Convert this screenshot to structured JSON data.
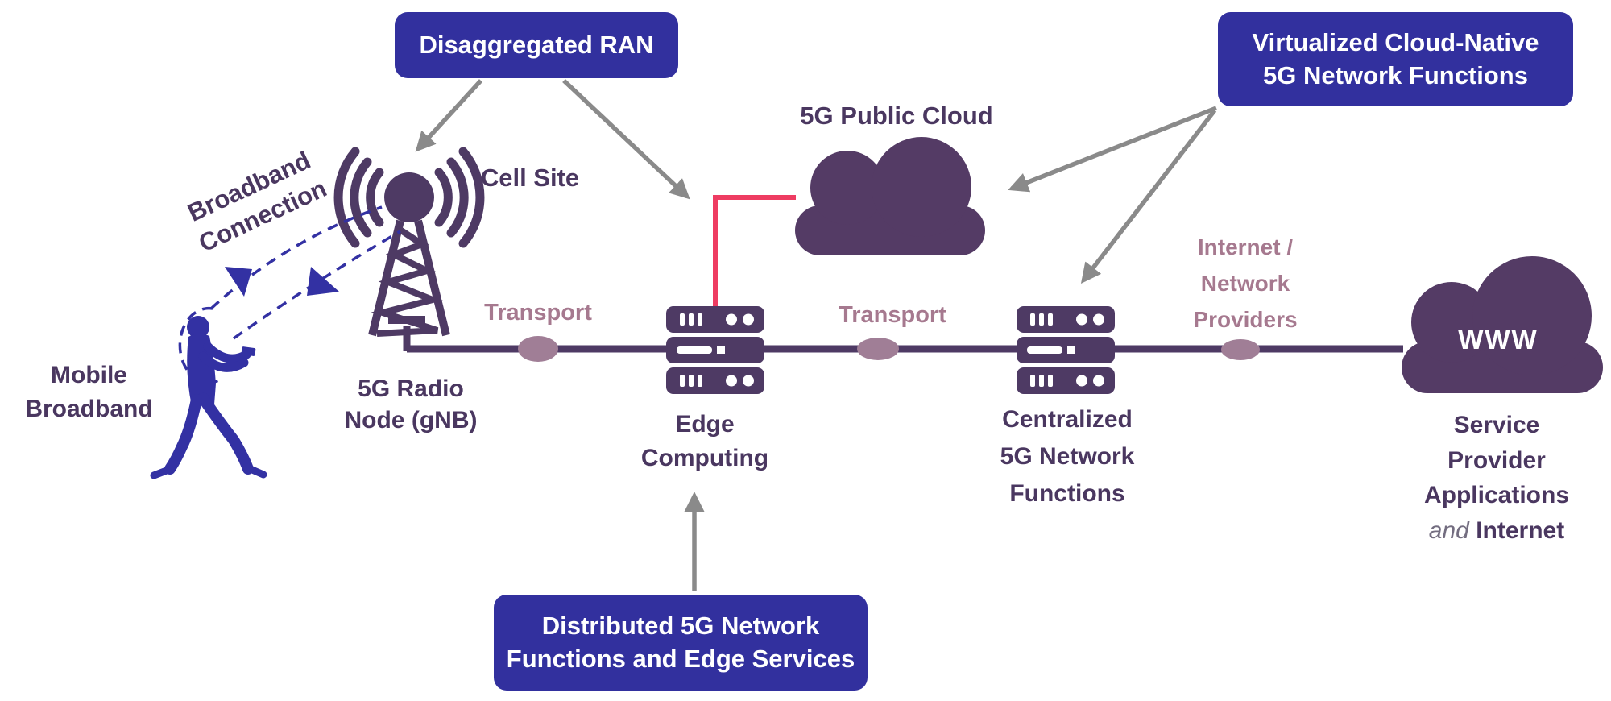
{
  "colors": {
    "badge_blue": "#32309E",
    "purple_dark": "#4E3A64",
    "cloud_purple": "#543B65",
    "text_dark": "#4A3760",
    "mauve_text": "#A6798F",
    "node_mauve": "#A07E96",
    "figure_blue": "#3331A3",
    "link_pink": "#EE3C62",
    "arrow_gray": "#8A8A8A",
    "background": "#FFFFFF"
  },
  "badges": {
    "disaggregated_ran": {
      "label": "Disaggregated RAN"
    },
    "virtualized_cloud_native": {
      "line1": "Virtualized Cloud-Native",
      "line2": "5G Network Functions"
    },
    "distributed_functions": {
      "line1": "Distributed 5G Network",
      "line2": "Functions and Edge Services"
    }
  },
  "nodes": {
    "cell_site": {
      "label": "Cell Site"
    },
    "radio_node": {
      "line1": "5G Radio",
      "line2": "Node (gNB)"
    },
    "public_cloud": {
      "label": "5G Public Cloud"
    },
    "edge_computing": {
      "line1": "Edge",
      "line2": "Computing"
    },
    "centralized_functions": {
      "line1": "Centralized",
      "line2": "5G Network",
      "line3": "Functions"
    },
    "www_cloud": {
      "label": "WWW"
    },
    "service_provider": {
      "line1": "Service",
      "line2": "Provider",
      "line3": "Applications",
      "line4_prefix": "and",
      "line4_suffix": "Internet"
    }
  },
  "links": {
    "transport_left": {
      "label": "Transport"
    },
    "transport_right": {
      "label": "Transport"
    },
    "internet_network_providers": {
      "line1": "Internet /",
      "line2": "Network",
      "line3": "Providers"
    },
    "broadband_connection": {
      "line1": "Broadband",
      "line2": "Connection"
    },
    "mobile_broadband": {
      "line1": "Mobile",
      "line2": "Broadband"
    }
  }
}
